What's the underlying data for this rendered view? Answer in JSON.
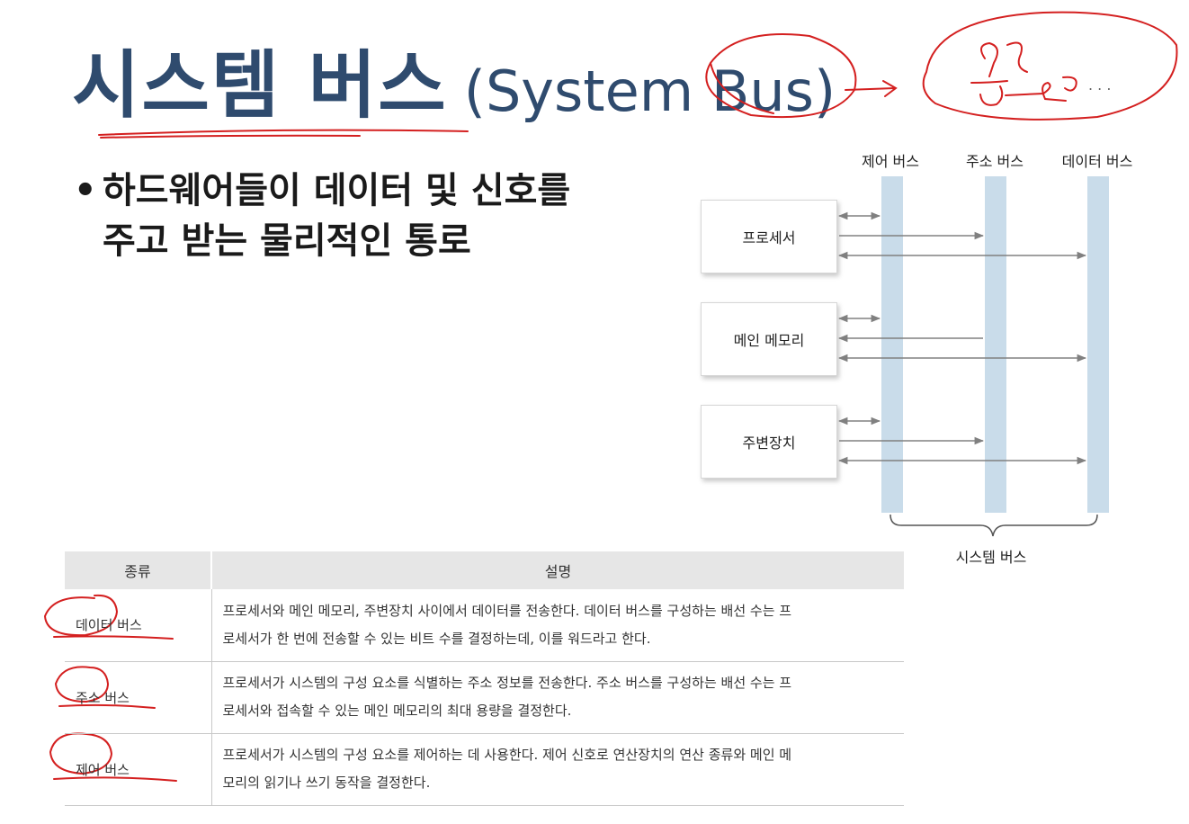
{
  "title": {
    "korean": "시스템 버스",
    "english": "(System Bus)"
  },
  "bullet": {
    "marker": "•",
    "line1": "하드웨어들이 데이터 및 신호를",
    "line2": "주고 받는 물리적인 통로"
  },
  "diagram": {
    "buses": [
      "제어 버스",
      "주소 버스",
      "데이터 버스"
    ],
    "components": [
      "프로세서",
      "메인 메모리",
      "주변장치"
    ],
    "system_bus_label": "시스템 버스",
    "bus_color": "#c9dcea",
    "arrow_color": "#808080"
  },
  "table": {
    "headers": [
      "종류",
      "설명"
    ],
    "rows": [
      {
        "type": "데이터 버스",
        "line1": "프로세서와 메인 메모리, 주변장치 사이에서 데이터를 전송한다. 데이터 버스를 구성하는 배선 수는 프",
        "line2": "로세서가 한 번에 전송할 수 있는 비트 수를 결정하는데, 이를 워드라고 한다."
      },
      {
        "type": "주소 버스",
        "line1": "프로세서가 시스템의 구성 요소를 식별하는 주소 정보를 전송한다. 주소 버스를 구성하는 배선 수는 프",
        "line2": "로세서와 접속할 수 있는 메인 메모리의 최대 용량을 결정한다."
      },
      {
        "type": "제어 버스",
        "line1": "프로세서가 시스템의 구성 요소를 제어하는 데 사용한다. 제어 신호로 연산장치의 연산 종류와 메인 메",
        "line2": "모리의 읽기나 쓰기 동작을 결정한다."
      }
    ]
  },
  "annotations": {
    "handwritten_text": ". . .",
    "ink_color": "#d42020"
  }
}
